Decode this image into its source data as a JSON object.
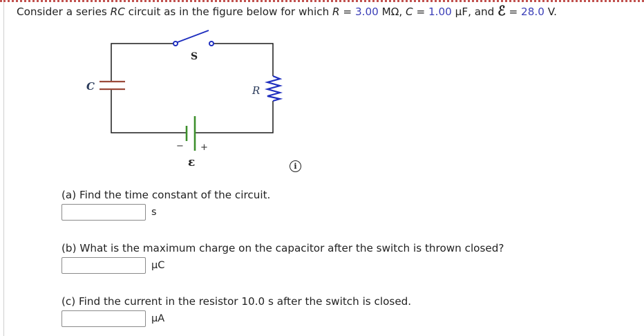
{
  "problem": {
    "intro": "Consider a series ",
    "rc_var": "RC",
    "mid": " circuit as in the figure below for which ",
    "r_var": "R",
    "eq1": " = ",
    "r_value": "3.00",
    "r_unit": " MΩ, ",
    "c_var": "C",
    "eq2": " = ",
    "c_value": "1.00",
    "c_unit": " μF, and ",
    "emf_symbol": "ℰ",
    "eq3": " = ",
    "emf_value": "28.0",
    "emf_unit": " V."
  },
  "figure": {
    "switch_label": "S",
    "capacitor_label": "C",
    "resistor_label": "R",
    "battery_minus": "−",
    "battery_plus": "+",
    "emf_label": "ε",
    "colors": {
      "wire": "#1a1a1a",
      "switch": "#1f2fbf",
      "capacitor": "#9b4a3a",
      "resistor": "#1f2fbf",
      "battery": "#3d8f2c"
    }
  },
  "info_icon": {
    "glyph": "i"
  },
  "questions": [
    {
      "label": "(a) Find the time constant of the circuit.",
      "value": "",
      "unit": "s"
    },
    {
      "label": "(b) What is the maximum charge on the capacitor after the switch is thrown closed?",
      "value": "",
      "unit": "μC"
    },
    {
      "label": "(c) Find the current in the resistor 10.0 s after the switch is closed.",
      "value": "",
      "unit": "μA"
    }
  ],
  "colors": {
    "given_value": "#3b3fb8",
    "top_border": "#c0504d"
  }
}
